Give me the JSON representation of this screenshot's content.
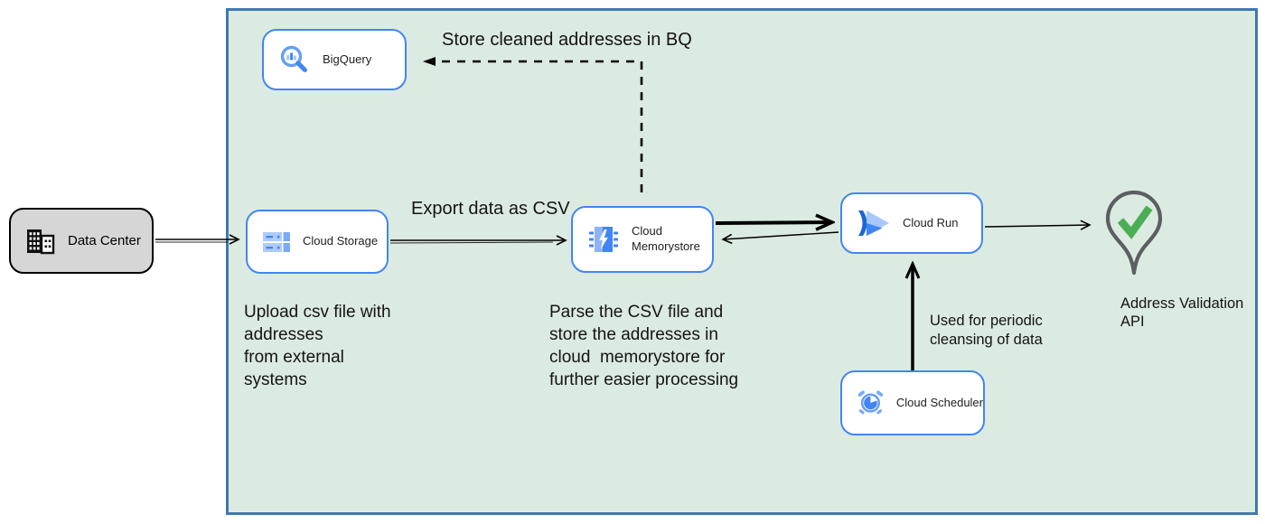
{
  "diagram": {
    "type": "cloud-architecture-diagram",
    "boundary": "google-cloud-platform-boundary"
  },
  "nodes": {
    "data_center": {
      "label": "Data Center",
      "icon": "building-icon"
    },
    "bigquery": {
      "label": "BigQuery",
      "icon": "bigquery-magnifier-icon"
    },
    "cloud_storage": {
      "label": "Cloud Storage",
      "icon": "storage-buckets-icon"
    },
    "cloud_memorystore": {
      "label": "Cloud Memorystore",
      "icon": "memorystore-chip-icon"
    },
    "cloud_run": {
      "label": "Cloud Run",
      "icon": "cloud-run-chevrons-icon"
    },
    "cloud_scheduler": {
      "label": "Cloud Scheduler",
      "icon": "alarm-clock-icon"
    },
    "address_validation_api": {
      "label": "Address Validation\nAPI",
      "icon": "map-pin-check-icon"
    }
  },
  "annotations": {
    "store_bq": "Store cleaned addresses in BQ",
    "export_csv": "Export data as CSV",
    "upload_csv": "Upload csv file with\naddresses\nfrom external\nsystems",
    "parse_csv": "Parse the CSV file and\nstore the addresses in\ncloud  memorystore for\nfurther easier processing",
    "periodic": "Used for periodic\ncleansing of data"
  },
  "colors": {
    "boundary_fill": "#dcebe1",
    "boundary_border": "#4079b0",
    "gcp_node_border": "#4285f4",
    "gcp_icon_blue": "#4285f4",
    "gcp_icon_light_blue": "#a8c7fa",
    "data_center_fill": "#d6d6d6",
    "arrow_color": "#000000",
    "pin_outline": "#5b5f62",
    "check_green": "#4cae54"
  }
}
